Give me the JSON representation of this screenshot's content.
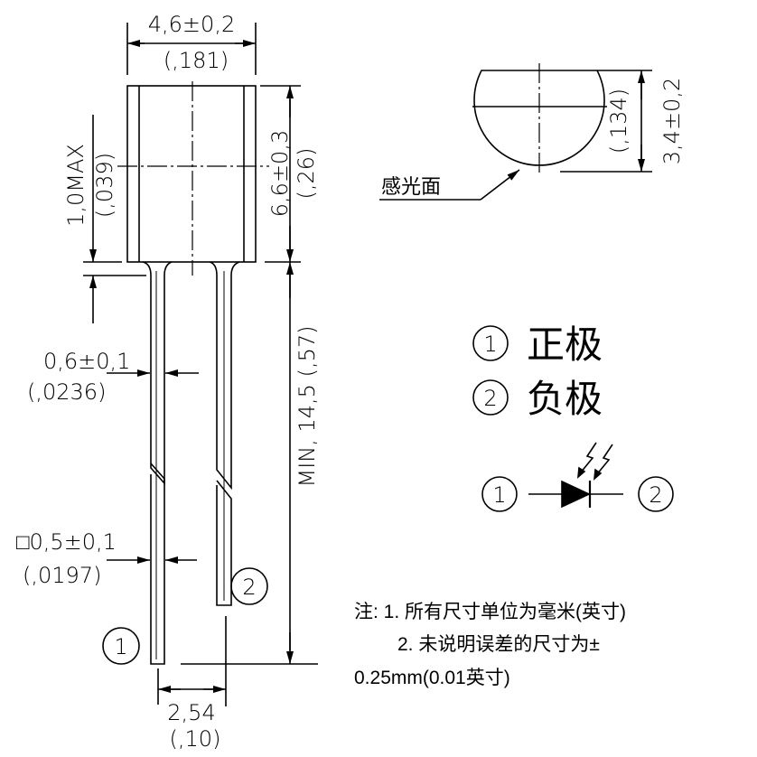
{
  "drawing": {
    "body_width": "4,6±0,2",
    "body_width_in": "(,181)",
    "body_height": "6,6±0,3",
    "body_height_in": "(,26)",
    "flange": "1,0MAX",
    "flange_in": "(,039)",
    "lead_width": "0,6±0,1",
    "lead_width_in": "(,0236)",
    "lead_length": "MIN, 14,5 (,57)",
    "lead_square": "□0,5±0,1",
    "lead_square_in": "(,0197)",
    "pitch": "2,54",
    "pitch_in": "(,10)",
    "pin1": "1",
    "pin2": "2",
    "lens_height": "3,4±0,2",
    "lens_height_in": "(,134)",
    "sensitive_surface": "感光面"
  },
  "legend": {
    "pin1_num": "1",
    "pin1_label": "正极",
    "pin2_num": "2",
    "pin2_label": "负极"
  },
  "symbol": {
    "pin1": "1",
    "pin2": "2"
  },
  "notes": {
    "line1": "注: 1. 所有尺寸单位为毫米(英寸)",
    "line2": "2. 未说明误差的尺寸为±",
    "line3": "0.25mm(0.01英寸)"
  }
}
